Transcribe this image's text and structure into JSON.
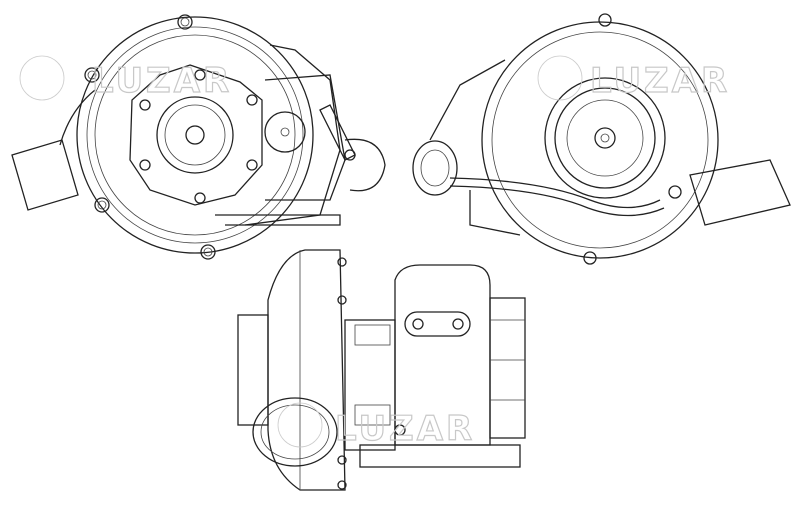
{
  "watermark": {
    "brand": "LUZAR"
  },
  "views": [
    {
      "name": "compressor-side-view"
    },
    {
      "name": "turbine-side-view"
    },
    {
      "name": "side-elevation-view"
    }
  ]
}
